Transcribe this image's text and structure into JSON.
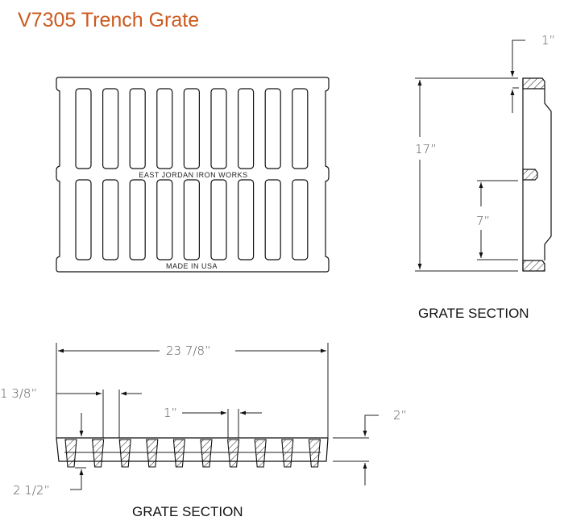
{
  "title": "V7305  Trench Grate",
  "colors": {
    "title": "#cc5a1f",
    "line": "#111111",
    "dimension_text": "#555555"
  },
  "plan_view": {
    "casting_text_top": "EAST JORDAN IRON WORKS",
    "casting_text_bottom": "MADE IN USA",
    "slot_columns": 9,
    "slot_rows": 2
  },
  "side_section": {
    "label": "GRATE SECTION",
    "dims": {
      "overall": "17”",
      "rib_offset": "7”",
      "flange": "1”"
    }
  },
  "bottom_section": {
    "label": "GRATE SECTION",
    "bar_count": 10,
    "dims": {
      "length": "23 7/8”",
      "pitch": "1 3/8”",
      "opening": "1”",
      "depth": "2”",
      "overall_depth": "2 1/2”"
    }
  }
}
